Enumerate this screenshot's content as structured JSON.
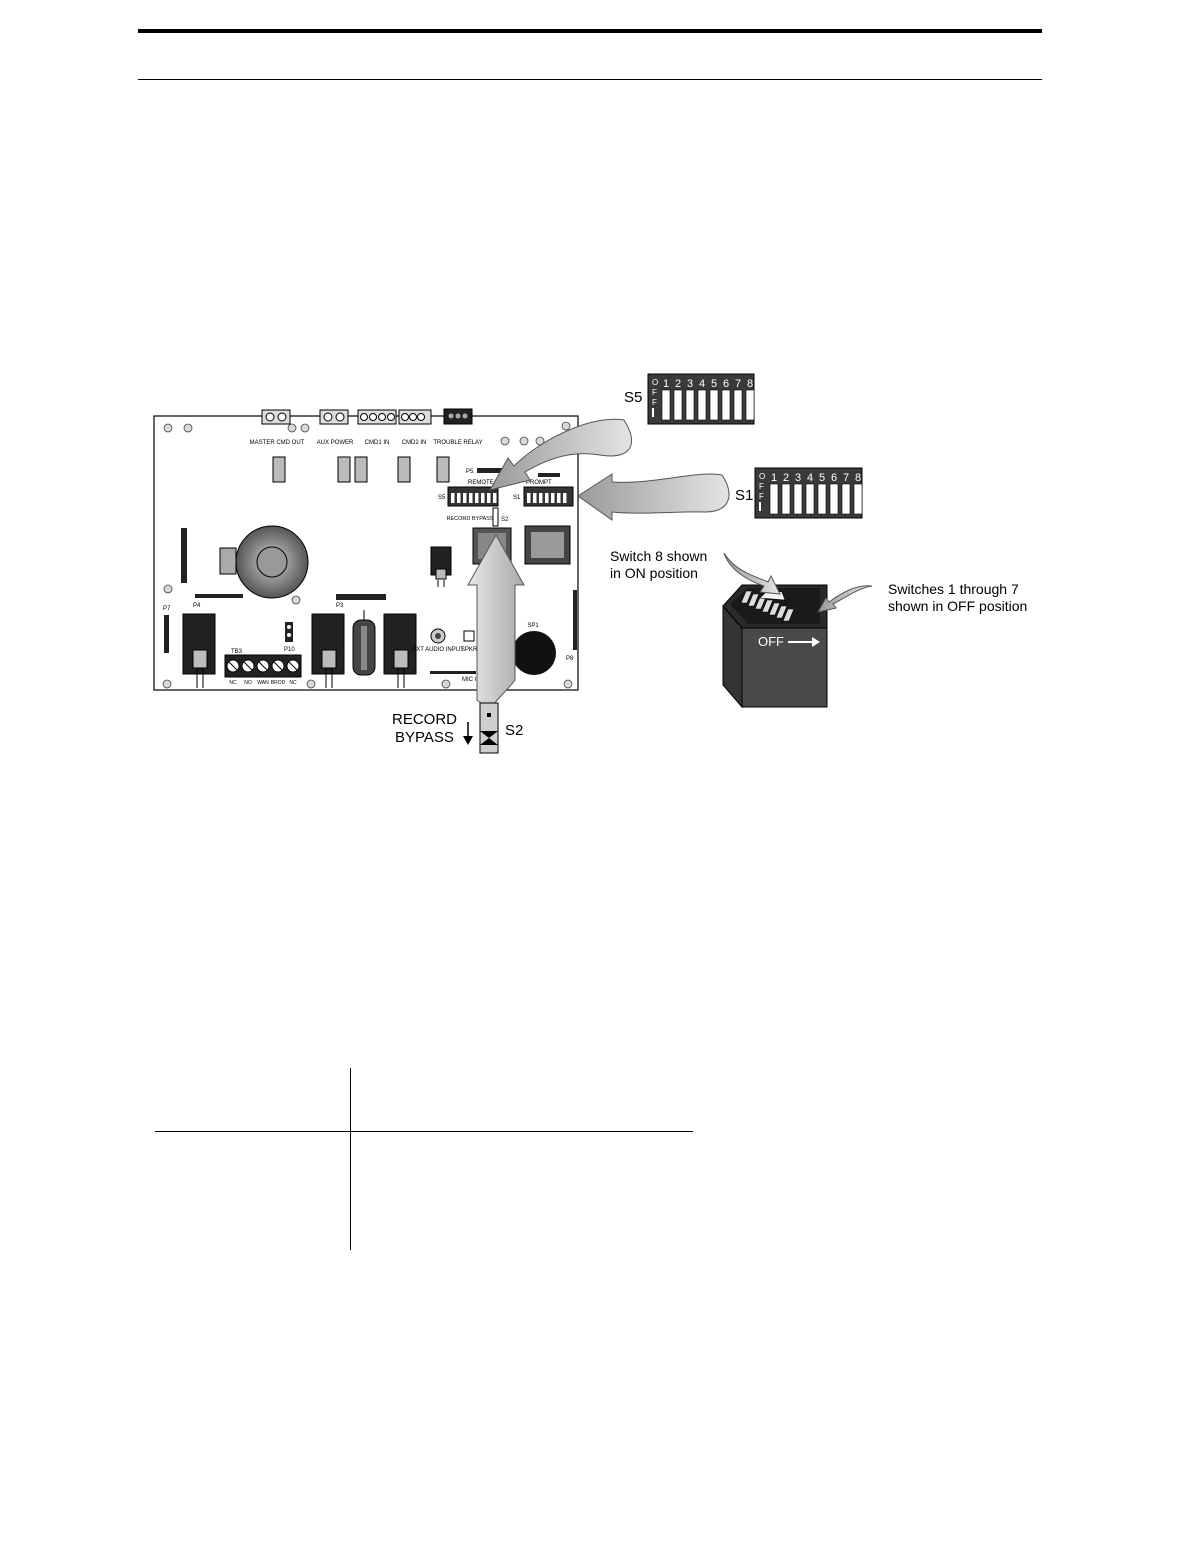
{
  "board": {
    "connectors": {
      "master_cmd_out": "MASTER CMD OUT",
      "aux_power": "AUX POWER",
      "cmd1_in": "CMD1 IN",
      "cmd2_in": "CMD2 IN",
      "trouble_relay": "TROUBLE RELAY"
    },
    "p5": "P5",
    "remote": "REMOTE",
    "prompt": "PROMPT",
    "s5": "S5",
    "s1": "S1",
    "record_bypass_small": "RECORD BYPASS",
    "s2": "S2",
    "p4": "P4",
    "p3": "P3",
    "p7": "P7",
    "p10": "P10",
    "tb3": "TB3",
    "tb3_terms": [
      "NC",
      "NO",
      "WAN",
      "BROD",
      "NC"
    ],
    "ext_audio_input": "EXT AUDIO INPUT",
    "spkr": "SPKR",
    "mic_in": "MIC IN",
    "sp1": "SP1",
    "p8": "P8"
  },
  "callouts": {
    "s5_label": "S5",
    "s1_label": "S1",
    "off_letters": "OFF",
    "switch_numbers": [
      "1",
      "2",
      "3",
      "4",
      "5",
      "6",
      "7",
      "8"
    ],
    "switch8_line1": "Switch 8 shown",
    "switch8_line2": "in ON position",
    "switches17_line1": "Switches 1 through 7",
    "switches17_line2": "shown in OFF position",
    "off_arrow": "OFF",
    "record": "RECORD",
    "bypass": "BYPASS",
    "s2_label": "S2"
  }
}
